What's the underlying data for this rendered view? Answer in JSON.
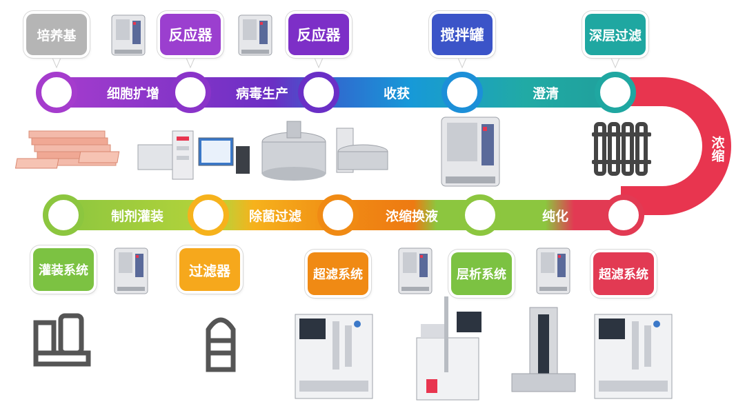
{
  "top_boxes": [
    {
      "text": "培养基",
      "color": "#b5b5b5"
    },
    {
      "text": "反应器",
      "color": "#9b3fcf"
    },
    {
      "text": "反应器",
      "color": "#7d2fc7"
    },
    {
      "text": "搅拌罐",
      "color": "#3b54c8"
    },
    {
      "text": "深层过滤",
      "color": "#1fa7a1"
    }
  ],
  "top_segments": [
    {
      "text": "细胞扩增"
    },
    {
      "text": "病毒生产"
    },
    {
      "text": "收获"
    },
    {
      "text": "澄清"
    }
  ],
  "curve_label": {
    "text": "浓缩"
  },
  "bottom_segments": [
    {
      "text": "制剂灌装"
    },
    {
      "text": "除菌过滤"
    },
    {
      "text": "浓缩换液"
    },
    {
      "text": "纯化"
    }
  ],
  "bottom_boxes": [
    {
      "text": "灌装系统",
      "color": "#7cc242"
    },
    {
      "text": "过滤器",
      "color": "#f6a81c"
    },
    {
      "text": "超滤系统",
      "color": "#f08a14"
    },
    {
      "text": "层析系统",
      "color": "#7cc242"
    },
    {
      "text": "超滤系统",
      "color": "#e23a53"
    }
  ],
  "colors": {
    "top_start": "#9b34c9",
    "top_mid": "#3e3fc3",
    "top_cyan": "#1a9fd6",
    "top_end": "#1fa7a1",
    "curve": "#e8354f",
    "bottom_red": "#e23a53",
    "bottom_green": "#8cc63f",
    "bottom_orange": "#f08a14",
    "bottom_yellow": "#f6b21c"
  }
}
